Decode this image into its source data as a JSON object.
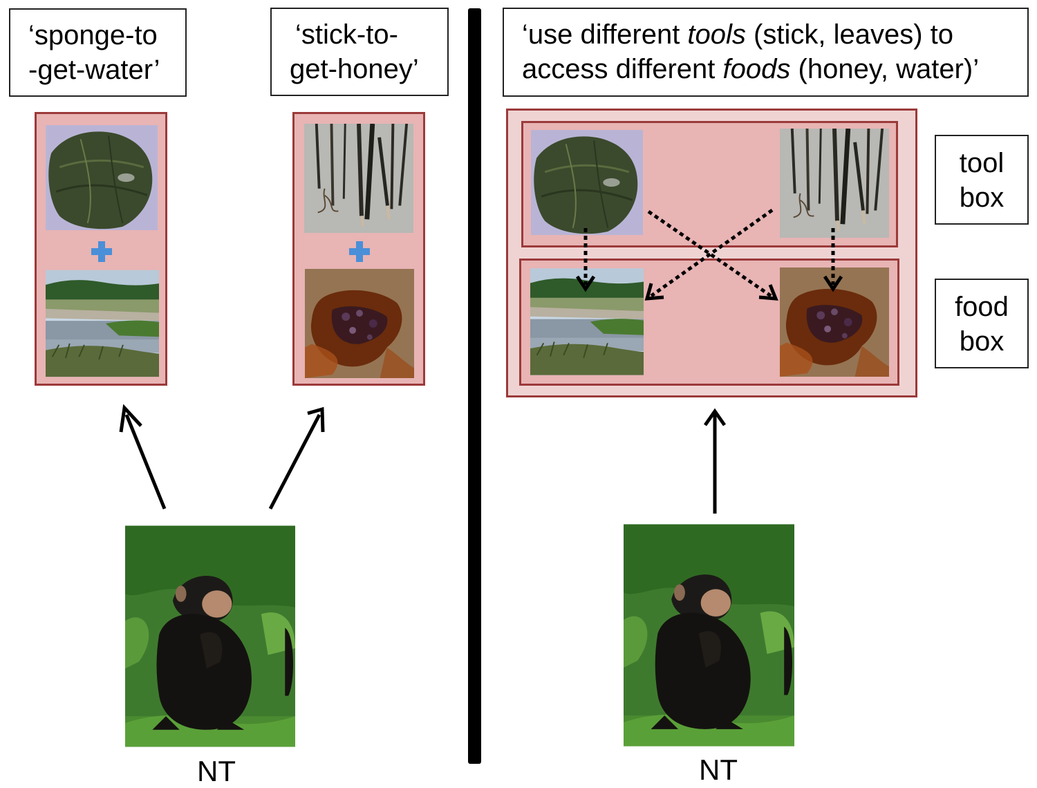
{
  "left": {
    "label1": {
      "line1": "‘sponge-to",
      "line2": "-get-water’"
    },
    "label2": {
      "line1": "‘stick-to-",
      "line2": "get-honey’"
    },
    "nt_label": "NT"
  },
  "right": {
    "title": {
      "line1_pre": "‘use different ",
      "line1_em": "tools",
      "line1_post": " (stick, leaves) to",
      "line2_pre": "access different ",
      "line2_em": "foods",
      "line2_post": " (honey, water)’"
    },
    "tool_box_label": {
      "line1": "tool",
      "line2": "box"
    },
    "food_box_label": {
      "line1": "food",
      "line2": "box"
    },
    "nt_label": "NT"
  },
  "icons": [
    "leaf-sponge-photo",
    "sticks-photo",
    "river-water-photo",
    "honey-photo",
    "chimpanzee-photo",
    "plus-icon",
    "arrow-up-icon",
    "dotted-arrow-icon"
  ],
  "colors": {
    "frame_border": "#9c3a3a",
    "frame_fill": "#e8b4b4",
    "outer_fill": "#efd3d3",
    "plus": "#4a8fd8"
  }
}
